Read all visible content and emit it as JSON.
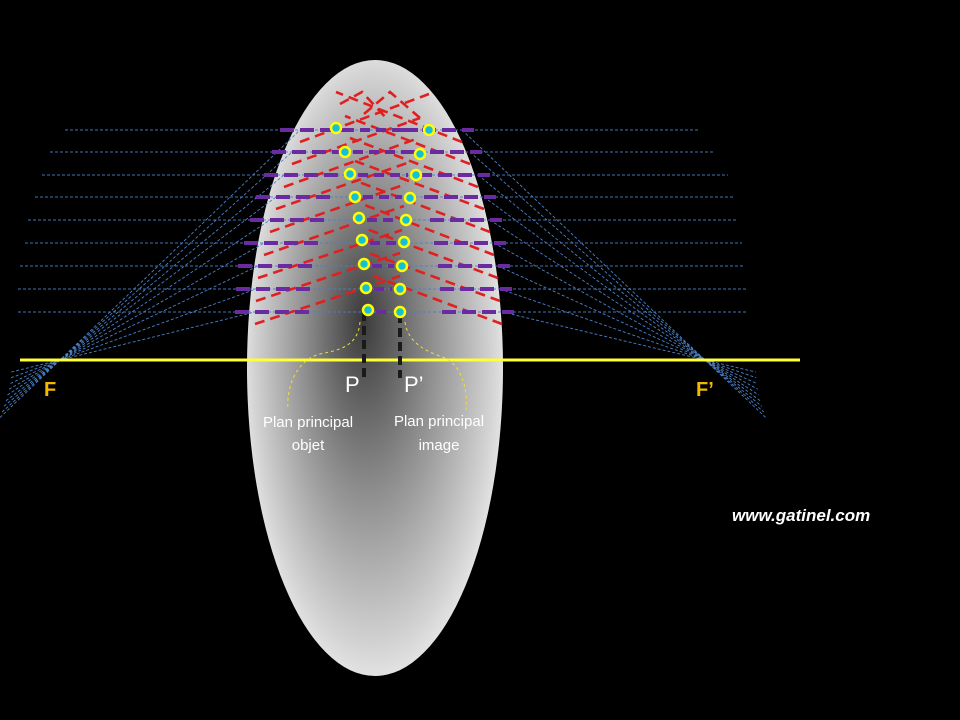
{
  "labels": {
    "focus_object": "F",
    "focus_image": "F’",
    "principal_point_object": "P",
    "principal_point_image": "P’",
    "plane_object_line1": "Plan principal",
    "plane_object_line2": "objet",
    "plane_image_line1": "Plan principal",
    "plane_image_line2": "image",
    "website": "www.gatinel.com"
  },
  "colors": {
    "background": "#000000",
    "optical_axis": "#ffff33",
    "focus_label": "#f5b800",
    "ray": "#4a80c8",
    "refraction_path": "#e02020",
    "interface_marks": "#6a2aa0",
    "principal_dot_fill": "#12c0d8",
    "principal_dot_ring": "#ffff00",
    "principal_plane_line": "#1a1a1a",
    "text": "#ffffff"
  }
}
